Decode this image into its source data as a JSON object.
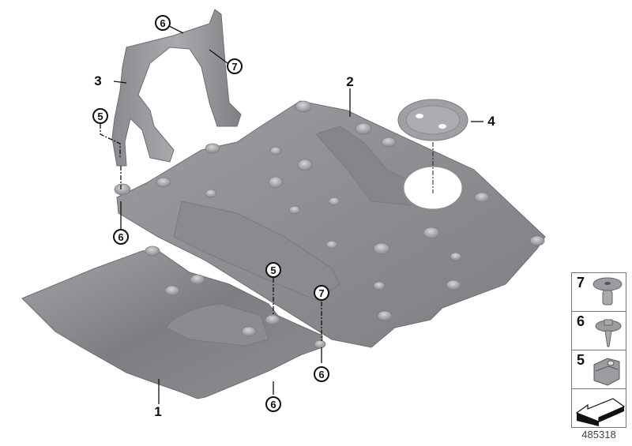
{
  "diagram": {
    "title": "Underbody panelling parts diagram",
    "parts": [
      {
        "id": "1",
        "label": "1",
        "name": "front underbody panel"
      },
      {
        "id": "2",
        "label": "2",
        "name": "main underbody panel"
      },
      {
        "id": "3",
        "label": "3",
        "name": "rear bracket shield"
      },
      {
        "id": "4",
        "label": "4",
        "name": "round cover plate"
      }
    ],
    "callouts": {
      "c6_top": "6",
      "c7_top": "7",
      "c5_left": "5",
      "c6_left": "6",
      "c5_mid": "5",
      "c7_mid": "7",
      "c6_mid": "6",
      "c6_bottom": "6"
    },
    "legend": [
      {
        "num": "7",
        "icon": "plastic-rivet-icon"
      },
      {
        "num": "6",
        "icon": "expanding-screw-icon"
      },
      {
        "num": "5",
        "icon": "clip-nut-icon"
      },
      {
        "num": "",
        "icon": "direction-arrow-icon"
      }
    ],
    "diagram_code": "485318",
    "colors": {
      "panel": "#8f9093",
      "panel_light": "#b4b5b8",
      "panel_dark": "#6f7073",
      "ink": "#111111"
    }
  }
}
